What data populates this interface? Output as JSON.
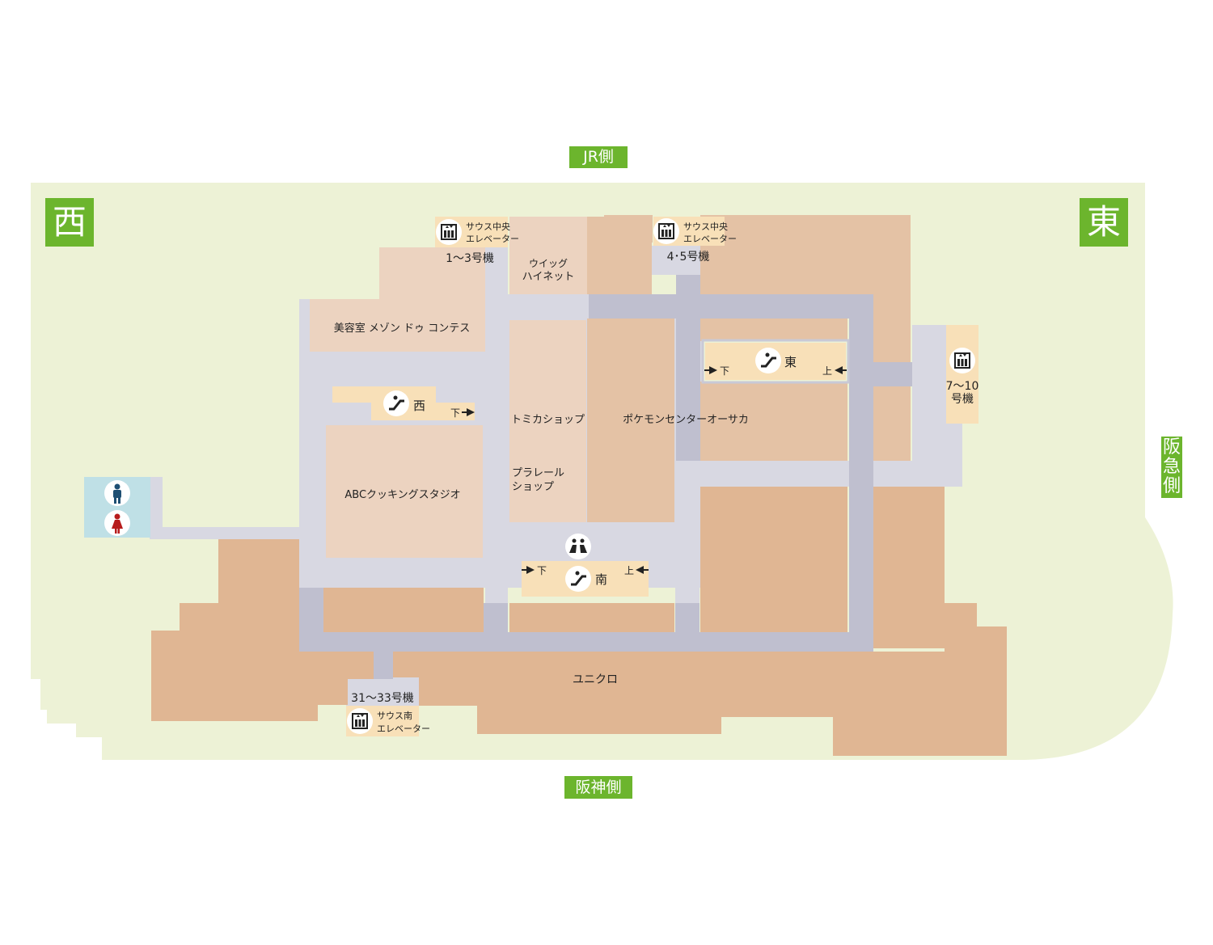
{
  "directions": {
    "north": "JR側",
    "south": "阪神側",
    "east_side": "阪急側",
    "west_badge": "西",
    "east_badge": "東"
  },
  "elevators": {
    "e1": {
      "name_line1": "サウス中央",
      "name_line2": "エレベーター",
      "units": "1～3号機"
    },
    "e2": {
      "name_line1": "サウス中央",
      "name_line2": "エレベーター",
      "units": "4･5号機"
    },
    "e3": {
      "units_line1": "7～10",
      "units_line2": "号機"
    },
    "e4": {
      "name_line1": "サウス南",
      "name_line2": "エレベーター",
      "units": "31～33号機"
    }
  },
  "escalators": {
    "west": {
      "name": "西",
      "down": "下"
    },
    "east": {
      "name": "東",
      "down": "下",
      "up": "上"
    },
    "south": {
      "name": "南",
      "down": "下",
      "up": "上"
    }
  },
  "shops": {
    "beauty": "美容室 メゾン ドゥ コンテス",
    "wig_line1": "ウイッグ",
    "wig_line2": "ハイネット",
    "tomica": "トミカショップ",
    "pokemon": "ポケモンセンターオーサカ",
    "plarail_line1": "プラレール",
    "plarail_line2": "ショップ",
    "abc": "ABCクッキングスタジオ",
    "uniqlo": "ユニクロ"
  },
  "icons": {
    "restroom_male": "male-restroom-icon",
    "restroom_female": "female-restroom-icon",
    "rest_area": "rest-area-icon",
    "elevator": "elevator-icon",
    "escalator": "escalator-icon"
  },
  "colors": {
    "ground": "#edf2d6",
    "corridor": "#d8d8e2",
    "corridor_dark": "#bfbfcf",
    "shop_light": "#ecd3c0",
    "shop_mid": "#e4c2a5",
    "shop_dark": "#e0b693",
    "escalator_band": "#f8e0b8",
    "restroom": "#bfe0e6",
    "green": "#6cb52d"
  }
}
